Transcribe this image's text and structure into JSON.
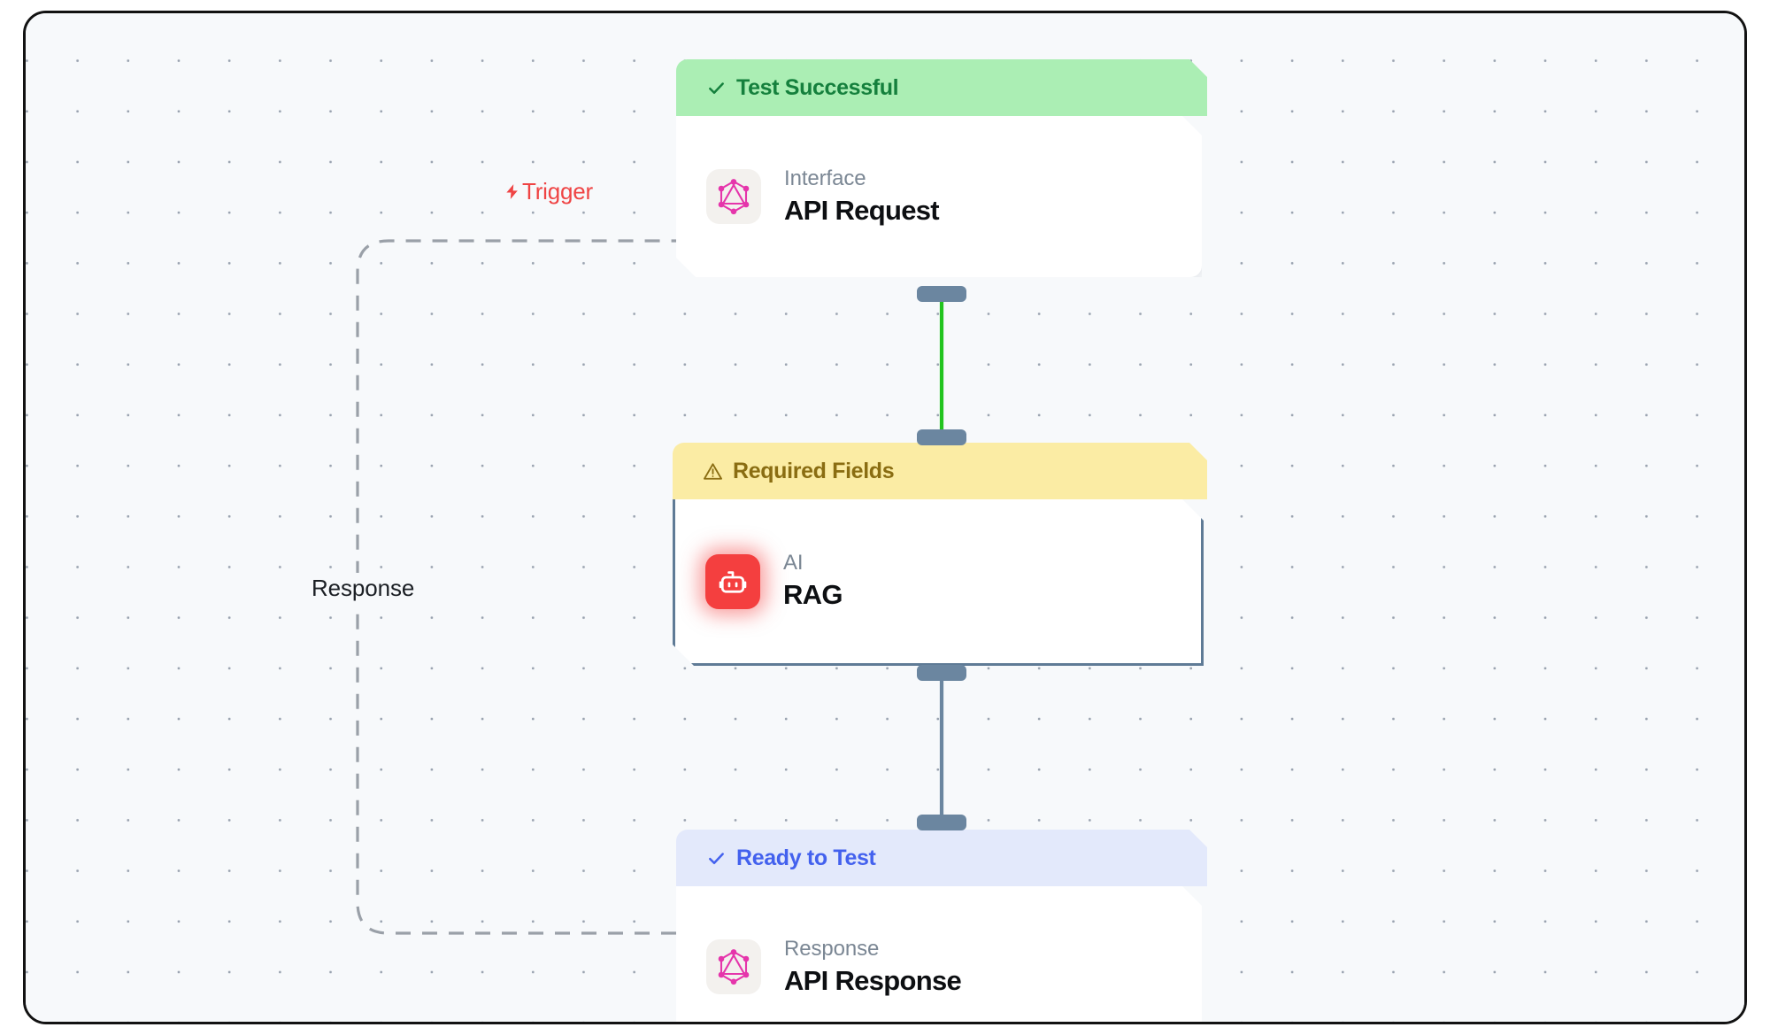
{
  "canvas": {
    "background_color": "#f7f9fb",
    "dot_color": "#9aa3b0",
    "frame_border_color": "#121212"
  },
  "edges": [
    {
      "id": "trigger",
      "label": "Trigger",
      "icon": "lightning-bolt-icon",
      "color": "#ef4444",
      "style": "dashed",
      "from": "api-response",
      "to": "api-request"
    },
    {
      "id": "response",
      "label": "Response",
      "color": "#1b1f24",
      "style": "dashed",
      "from": "api-response",
      "to": "api-request"
    },
    {
      "id": "request-to-rag",
      "label": "",
      "color": "#22c55e",
      "style": "solid",
      "from": "api-request",
      "to": "rag"
    },
    {
      "id": "rag-to-response",
      "label": "",
      "color": "#6b86a0",
      "style": "solid",
      "from": "rag",
      "to": "api-response"
    }
  ],
  "nodes": [
    {
      "id": "api-request",
      "status_label": "Test Successful",
      "status_icon": "check-icon",
      "status_bg": "#abeeb4",
      "status_color": "#15803d",
      "kind": "Interface",
      "title": "API Request",
      "icon": "graphql-icon",
      "icon_bg": "#f3f1ee",
      "selected": false
    },
    {
      "id": "rag",
      "status_label": "Required Fields",
      "status_icon": "warning-triangle-icon",
      "status_bg": "#fbeca4",
      "status_color": "#8a6d12",
      "kind": "AI",
      "title": "RAG",
      "icon": "robot-icon",
      "icon_bg": "#f43f3f",
      "selected": true
    },
    {
      "id": "api-response",
      "status_label": "Ready to Test",
      "status_icon": "check-icon",
      "status_bg": "#e3e9fb",
      "status_color": "#4361ee",
      "kind": "Response",
      "title": "API Response",
      "icon": "graphql-icon",
      "icon_bg": "#f3f1ee",
      "selected": false
    }
  ]
}
